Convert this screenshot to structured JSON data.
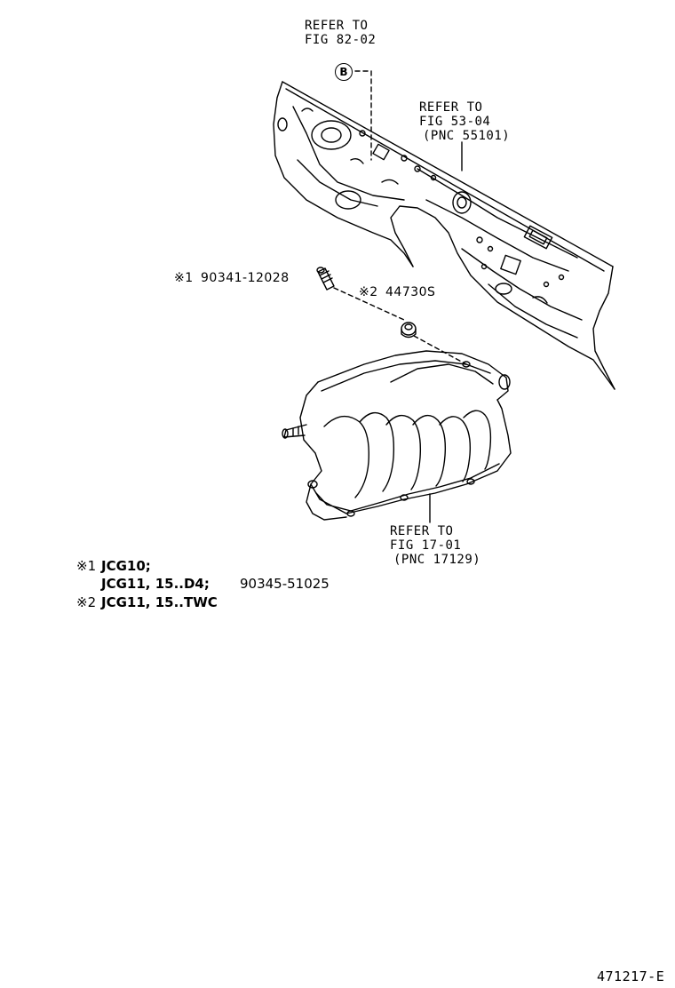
{
  "refs": {
    "fig82": {
      "line1": "REFER TO",
      "line2": "FIG 82-02"
    },
    "fig53": {
      "line1": "REFER TO",
      "line2": "FIG 53-04",
      "line3": "(PNC 55101)"
    },
    "fig17": {
      "line1": "REFER TO",
      "line2": "FIG 17-01",
      "line3": "(PNC 17129)"
    }
  },
  "callout_b": "B",
  "parts": {
    "stud": {
      "mark": "※1",
      "number": "90341-12028"
    },
    "nut": {
      "mark": "※2",
      "number": "44730S"
    }
  },
  "notes": {
    "n1_mark": "※1",
    "n1_line1": "JCG10;",
    "n1_line2": "JCG11, 15..D4;",
    "n1_line2_part": "90345-51025",
    "n2_mark": "※2",
    "n2_line": "JCG11, 15..TWC"
  },
  "illustration_id": "471217-E"
}
